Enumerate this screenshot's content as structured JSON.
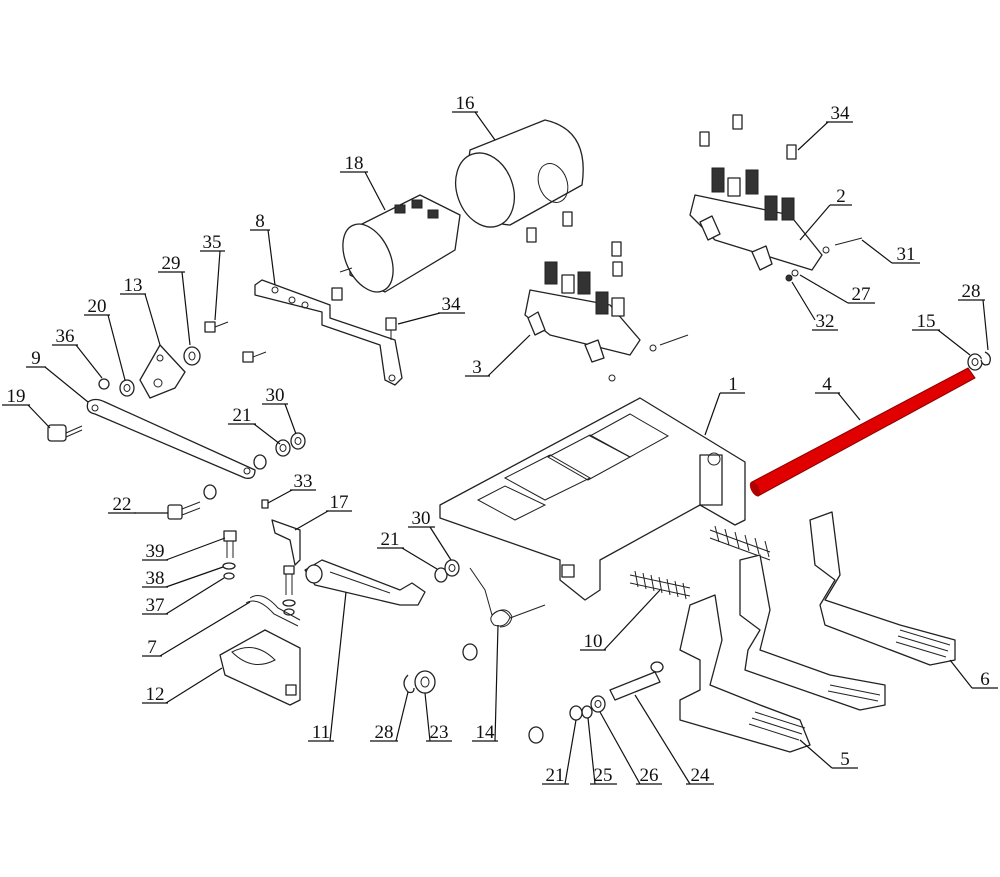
{
  "highlight_color": "#e00000",
  "highlighted_part": "4",
  "callouts": [
    {
      "id": "c1",
      "text": "1"
    },
    {
      "id": "c2",
      "text": "2"
    },
    {
      "id": "c3",
      "text": "3"
    },
    {
      "id": "c4",
      "text": "4"
    },
    {
      "id": "c5",
      "text": "5"
    },
    {
      "id": "c6",
      "text": "6"
    },
    {
      "id": "c7",
      "text": "7"
    },
    {
      "id": "c8",
      "text": "8"
    },
    {
      "id": "c9",
      "text": "9"
    },
    {
      "id": "c10",
      "text": "10"
    },
    {
      "id": "c11",
      "text": "11"
    },
    {
      "id": "c12",
      "text": "12"
    },
    {
      "id": "c13",
      "text": "13"
    },
    {
      "id": "c14",
      "text": "14"
    },
    {
      "id": "c15",
      "text": "15"
    },
    {
      "id": "c16",
      "text": "16"
    },
    {
      "id": "c17",
      "text": "17"
    },
    {
      "id": "c18",
      "text": "18"
    },
    {
      "id": "c19",
      "text": "19"
    },
    {
      "id": "c20",
      "text": "20"
    },
    {
      "id": "c21a",
      "text": "21"
    },
    {
      "id": "c21b",
      "text": "21"
    },
    {
      "id": "c21c",
      "text": "21"
    },
    {
      "id": "c22",
      "text": "22"
    },
    {
      "id": "c23",
      "text": "23"
    },
    {
      "id": "c24",
      "text": "24"
    },
    {
      "id": "c25",
      "text": "25"
    },
    {
      "id": "c26",
      "text": "26"
    },
    {
      "id": "c27",
      "text": "27"
    },
    {
      "id": "c28a",
      "text": "28"
    },
    {
      "id": "c28b",
      "text": "28"
    },
    {
      "id": "c29",
      "text": "29"
    },
    {
      "id": "c30a",
      "text": "30"
    },
    {
      "id": "c30b",
      "text": "30"
    },
    {
      "id": "c31",
      "text": "31"
    },
    {
      "id": "c32",
      "text": "32"
    },
    {
      "id": "c33",
      "text": "33"
    },
    {
      "id": "c34a",
      "text": "34"
    },
    {
      "id": "c34b",
      "text": "34"
    },
    {
      "id": "c35",
      "text": "35"
    },
    {
      "id": "c36",
      "text": "36"
    },
    {
      "id": "c37",
      "text": "37"
    },
    {
      "id": "c38",
      "text": "38"
    },
    {
      "id": "c39",
      "text": "39"
    }
  ]
}
